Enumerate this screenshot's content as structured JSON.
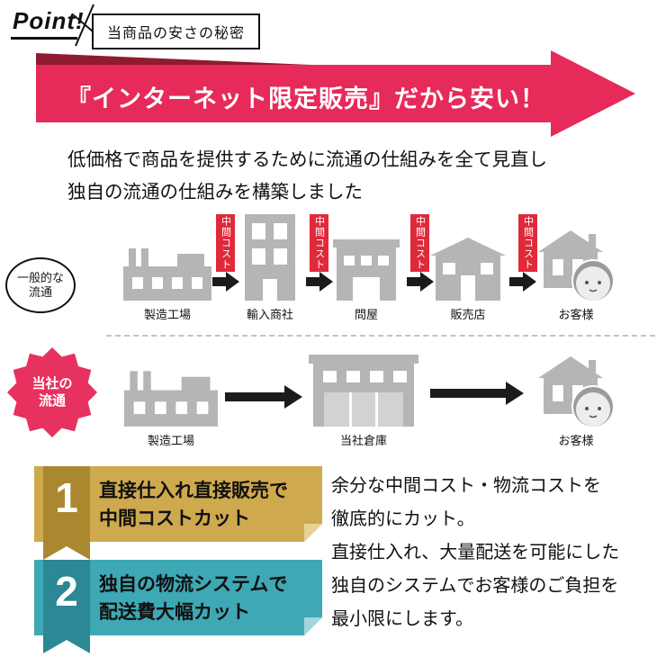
{
  "colors": {
    "banner_pink": "#e62a5a",
    "banner_fold_dark": "#8e1b2f",
    "cost_label_red": "#e02a3a",
    "building_gray": "#b5b5b5",
    "burst_red": "#e7315e",
    "point1_gold": "#cfa94e",
    "point1_gold_dark": "#a9882f",
    "point2_teal": "#3ea8b5",
    "point2_teal_dark": "#2b8894"
  },
  "header": {
    "point_label": "Point!",
    "title": "当商品の安さの秘密"
  },
  "banner": {
    "title": "『インターネット限定販売』だから安い！"
  },
  "intro": {
    "line1": "低価格で商品を提供するために流通の仕組みを全て見直し",
    "line2": "独自の流通の仕組みを構築しました"
  },
  "general_flow": {
    "label_line1": "一般的な",
    "label_line2": "流通",
    "cost_label": "中間コスト",
    "steps": [
      "製造工場",
      "輸入商社",
      "問屋",
      "販売店",
      "お客様"
    ]
  },
  "company_flow": {
    "label_line1": "当社の",
    "label_line2": "流通",
    "steps": [
      "製造工場",
      "当社倉庫",
      "お客様"
    ]
  },
  "points": [
    {
      "number": "1",
      "line1": "直接仕入れ直接販売で",
      "line2": "中間コストカット"
    },
    {
      "number": "2",
      "line1": "独自の物流システムで",
      "line2": "配送費大幅カット"
    }
  ],
  "description": {
    "line1": "余分な中間コスト・物流コストを",
    "line2": "徹底的にカット。",
    "line3": "直接仕入れ、大量配送を可能にした",
    "line4": "独自のシステムでお客様のご負担を",
    "line5": "最小限にします。"
  }
}
